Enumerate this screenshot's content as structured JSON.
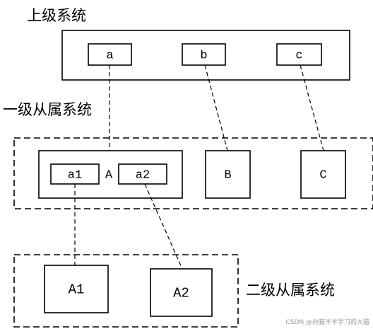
{
  "headings": {
    "top_system": "上级系统",
    "level1_system": "一级从属系统",
    "level2_system": "二级从属系统"
  },
  "top_nodes": {
    "a": "a",
    "b": "b",
    "c": "c"
  },
  "level1_nodes": {
    "a1": "a1",
    "a_group": "A",
    "a2": "a2",
    "B": "B",
    "C": "C"
  },
  "level2_nodes": {
    "A1": "A1",
    "A2": "A2"
  },
  "watermark": "CSDN @向猫羊羊学习的大猫"
}
